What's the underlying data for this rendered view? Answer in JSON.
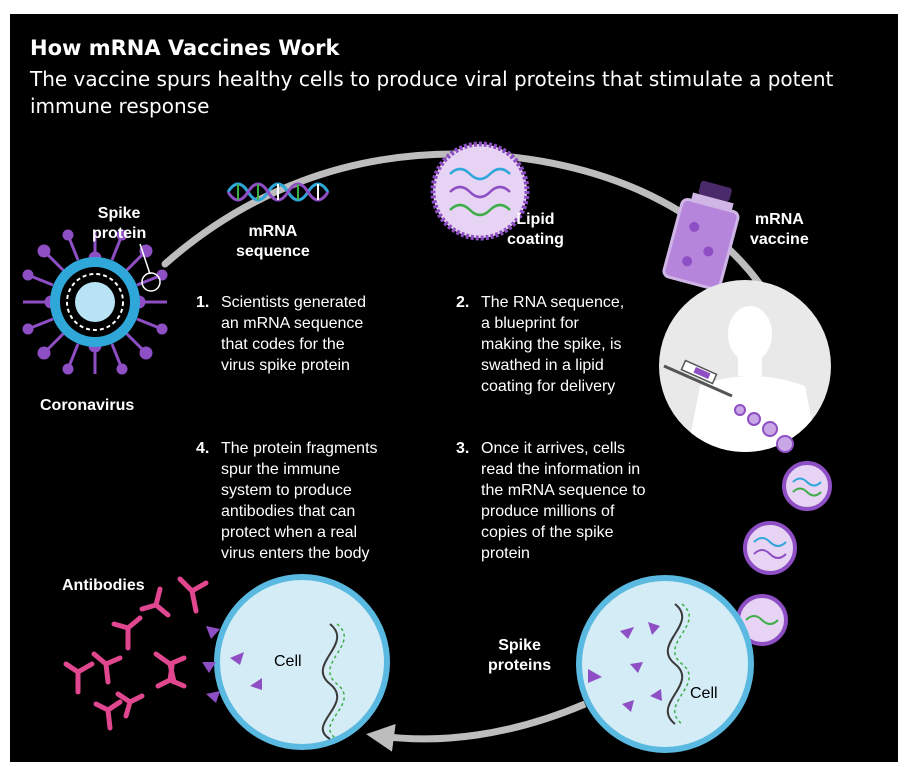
{
  "title": "How mRNA Vaccines Work",
  "subtitle": "The vaccine spurs healthy cells to produce viral proteins that stimulate a potent immune response",
  "labels": {
    "spike_protein": "Spike\nprotein",
    "coronavirus": "Coronavirus",
    "mrna_sequence": "mRNA\nsequence",
    "lipid_coating": "Lipid\ncoating",
    "mrna_vaccine": "mRNA\nvaccine",
    "antibodies": "Antibodies",
    "cell_left": "Cell",
    "cell_right": "Cell",
    "spike_proteins": "Spike\nproteins"
  },
  "steps": [
    {
      "number": "1.",
      "text": "Scientists generated\nan mRNA sequence\nthat codes for the\nvirus spike protein"
    },
    {
      "number": "2.",
      "text": "The RNA sequence,\na blueprint for\nmaking the spike, is\nswathed in a lipid\ncoating for delivery"
    },
    {
      "number": "3.",
      "text": "Once it arrives, cells\nread the information in\nthe mRNA sequence to\nproduce millions of\ncopies of the spike\nprotein"
    },
    {
      "number": "4.",
      "text": "The protein fragments\nspur the immune\nsystem to produce\nantibodies that can\nprotect when a real\nvirus enters the body"
    }
  ],
  "colors": {
    "background": "#000000",
    "text": "#ffffff",
    "cycle_arrow": "#bdbdbd",
    "purple": "#8e4fc4",
    "lipid_fill": "#e7d3f3",
    "cell_fill": "#d3ecf6",
    "cell_stroke": "#5ab9e0",
    "antibody": "#e0478f",
    "rna_green": "#3fae49",
    "virus_blue": "#2fa7d9"
  },
  "icons": [
    "coronavirus-icon",
    "mrna-strand-icon",
    "lipid-nanoparticle-icon",
    "vaccine-vial-icon",
    "person-silhouette-icon",
    "syringe-icon",
    "cell-icon",
    "antibody-icon",
    "spike-protein-icon"
  ]
}
